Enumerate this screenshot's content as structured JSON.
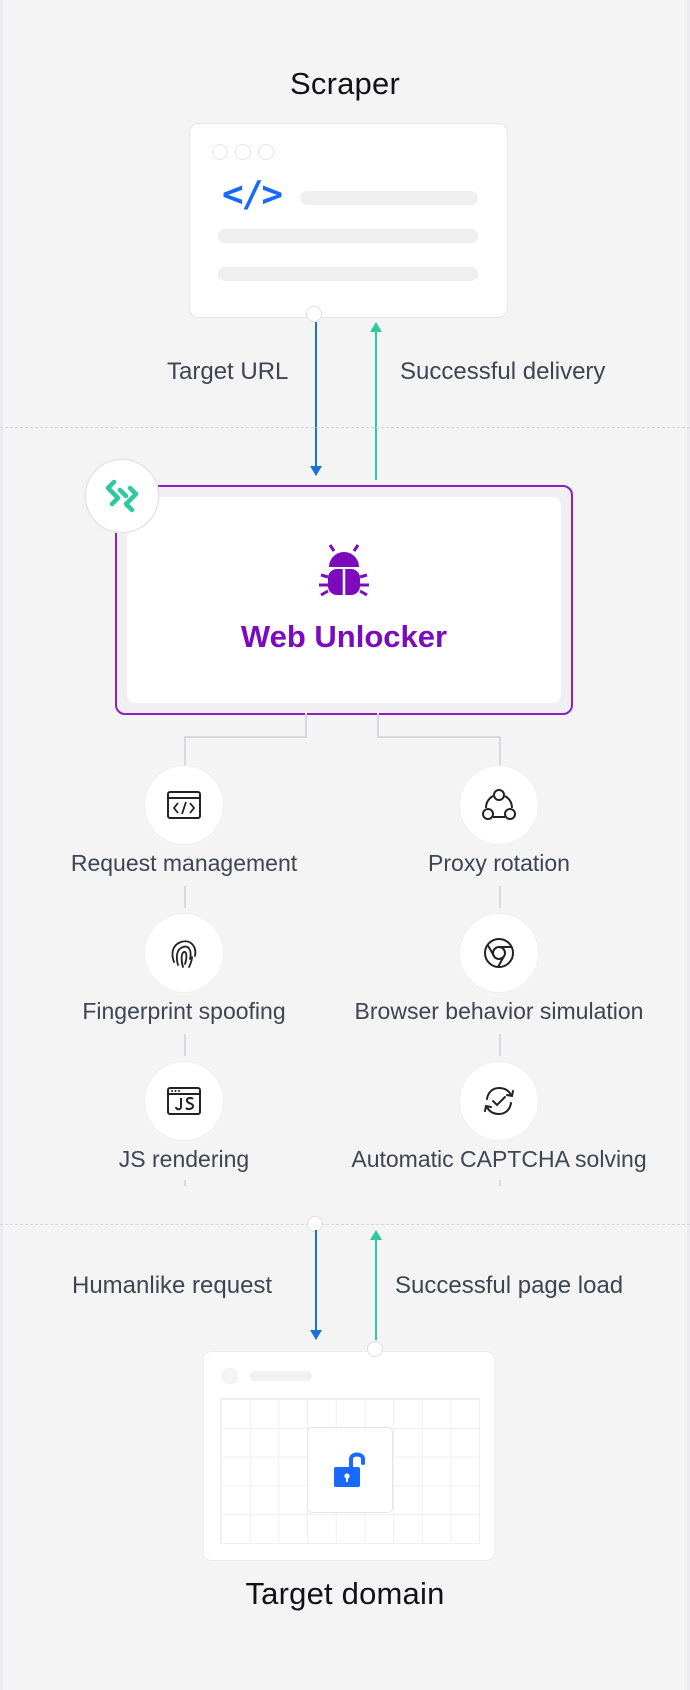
{
  "scraper": {
    "title": "Scraper",
    "code_glyph": "</>"
  },
  "flows_top": {
    "request_label": "Target URL",
    "response_label": "Successful delivery"
  },
  "unlocker": {
    "title": "Web Unlocker",
    "brand_color": "#7b0bbd",
    "badge_icon": "brightdata-logo-icon",
    "icon": "bug-icon"
  },
  "features": {
    "left": [
      {
        "label": "Request management",
        "icon": "code-window-icon"
      },
      {
        "label": "Fingerprint spoofing",
        "icon": "fingerprint-icon"
      },
      {
        "label": "JS rendering",
        "icon": "js-window-icon"
      }
    ],
    "right": [
      {
        "label": "Proxy rotation",
        "icon": "network-rotation-icon"
      },
      {
        "label": "Browser behavior simulation",
        "icon": "chrome-icon"
      },
      {
        "label": "Automatic CAPTCHA solving",
        "icon": "captcha-refresh-icon"
      }
    ]
  },
  "flows_bottom": {
    "request_label": "Humanlike request",
    "response_label": "Successful page load"
  },
  "target": {
    "title": "Target domain",
    "icon": "unlocked-padlock-icon"
  },
  "colors": {
    "request_arrow": "#1a6fd9",
    "response_arrow": "#2ec9a0",
    "accent": "#7b0bbd",
    "blue": "#1769ff"
  }
}
